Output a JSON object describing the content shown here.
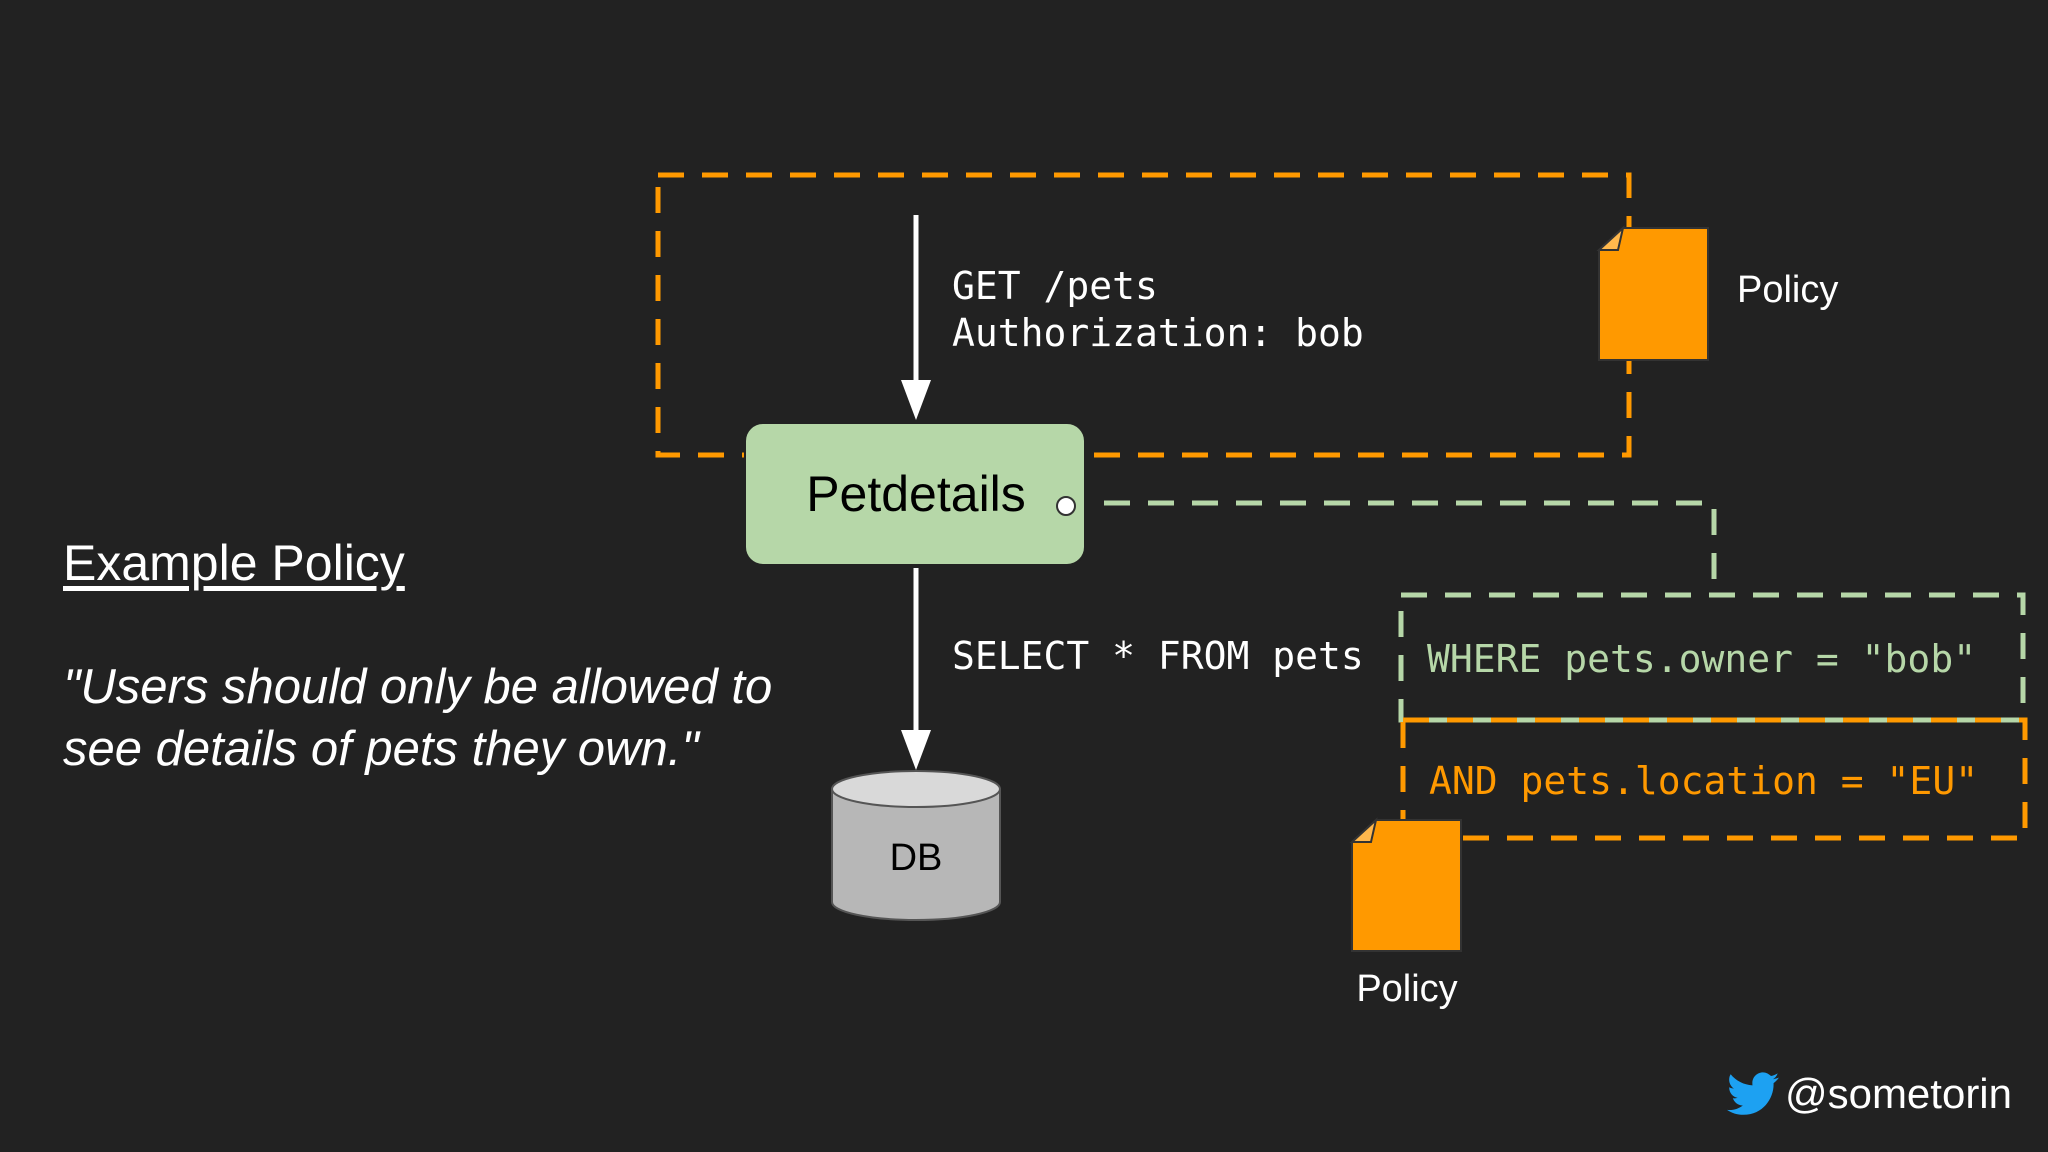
{
  "sidebar_text": {
    "heading": "Example Policy",
    "quote": "\"Users should only be allowed to see details of pets they own.\""
  },
  "diagram": {
    "request": {
      "line1": "GET /pets",
      "line2": "Authorization: bob"
    },
    "service_label": "Petdetails",
    "database_label": "DB",
    "query": {
      "select": "SELECT * FROM pets",
      "where": "WHERE pets.owner = \"bob\"",
      "and": "AND pets.location = \"EU\""
    },
    "policy_label_top": "Policy",
    "policy_label_bottom": "Policy"
  },
  "footer": {
    "handle": "@sometorin",
    "icon": "twitter-bird-icon"
  },
  "colors": {
    "background": "#222222",
    "policy_orange": "#ff9900",
    "service_green": "#b6d7a8",
    "where_green": "#b6d7a8",
    "db_gray": "#b7b7b7"
  }
}
